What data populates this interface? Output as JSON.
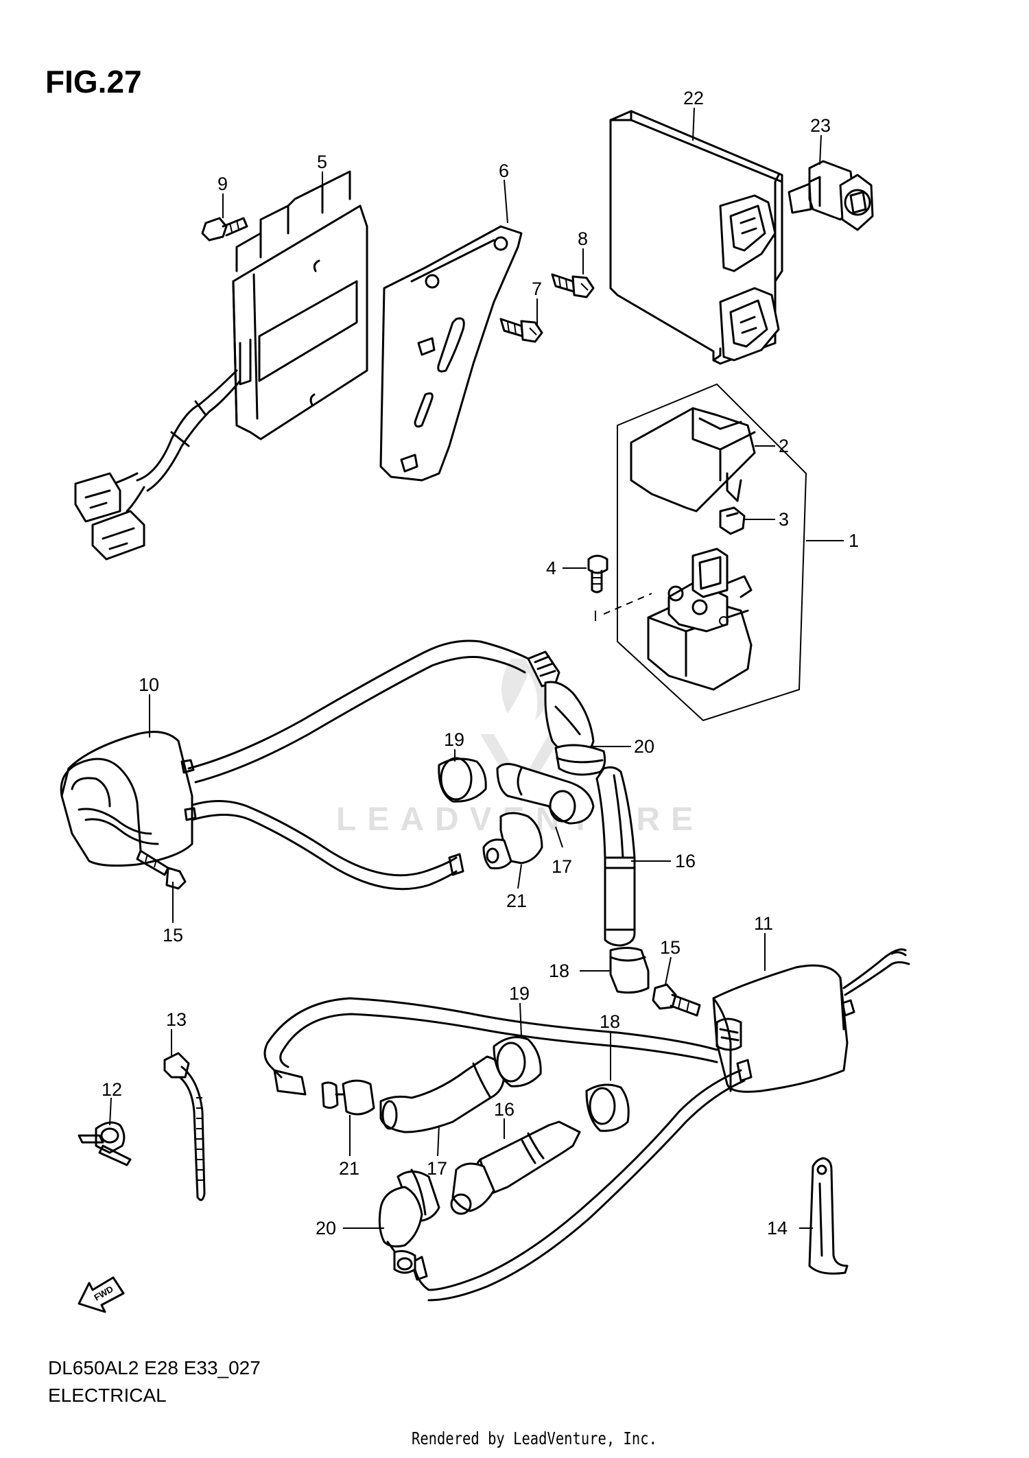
{
  "figure": {
    "title": "FIG.27",
    "model_code": "DL650AL2 E28 E33_027",
    "section_name": "ELECTRICAL",
    "render_credit": "Rendered by LeadVenture, Inc.",
    "watermark_text": "LEADVENTURE"
  },
  "callouts": [
    "1",
    "2",
    "3",
    "4",
    "5",
    "6",
    "7",
    "8",
    "9",
    "10",
    "11",
    "12",
    "13",
    "14",
    "15",
    "15",
    "16",
    "16",
    "17",
    "17",
    "18",
    "18",
    "19",
    "19",
    "20",
    "20",
    "21",
    "21",
    "22",
    "23"
  ],
  "fwd_badge": "FWD",
  "colors": {
    "line": "#000000",
    "background": "#ffffff",
    "watermark": "#c8c8c8"
  },
  "icons": [
    "fwd-arrow-icon",
    "leadventure-watermark-icon"
  ]
}
